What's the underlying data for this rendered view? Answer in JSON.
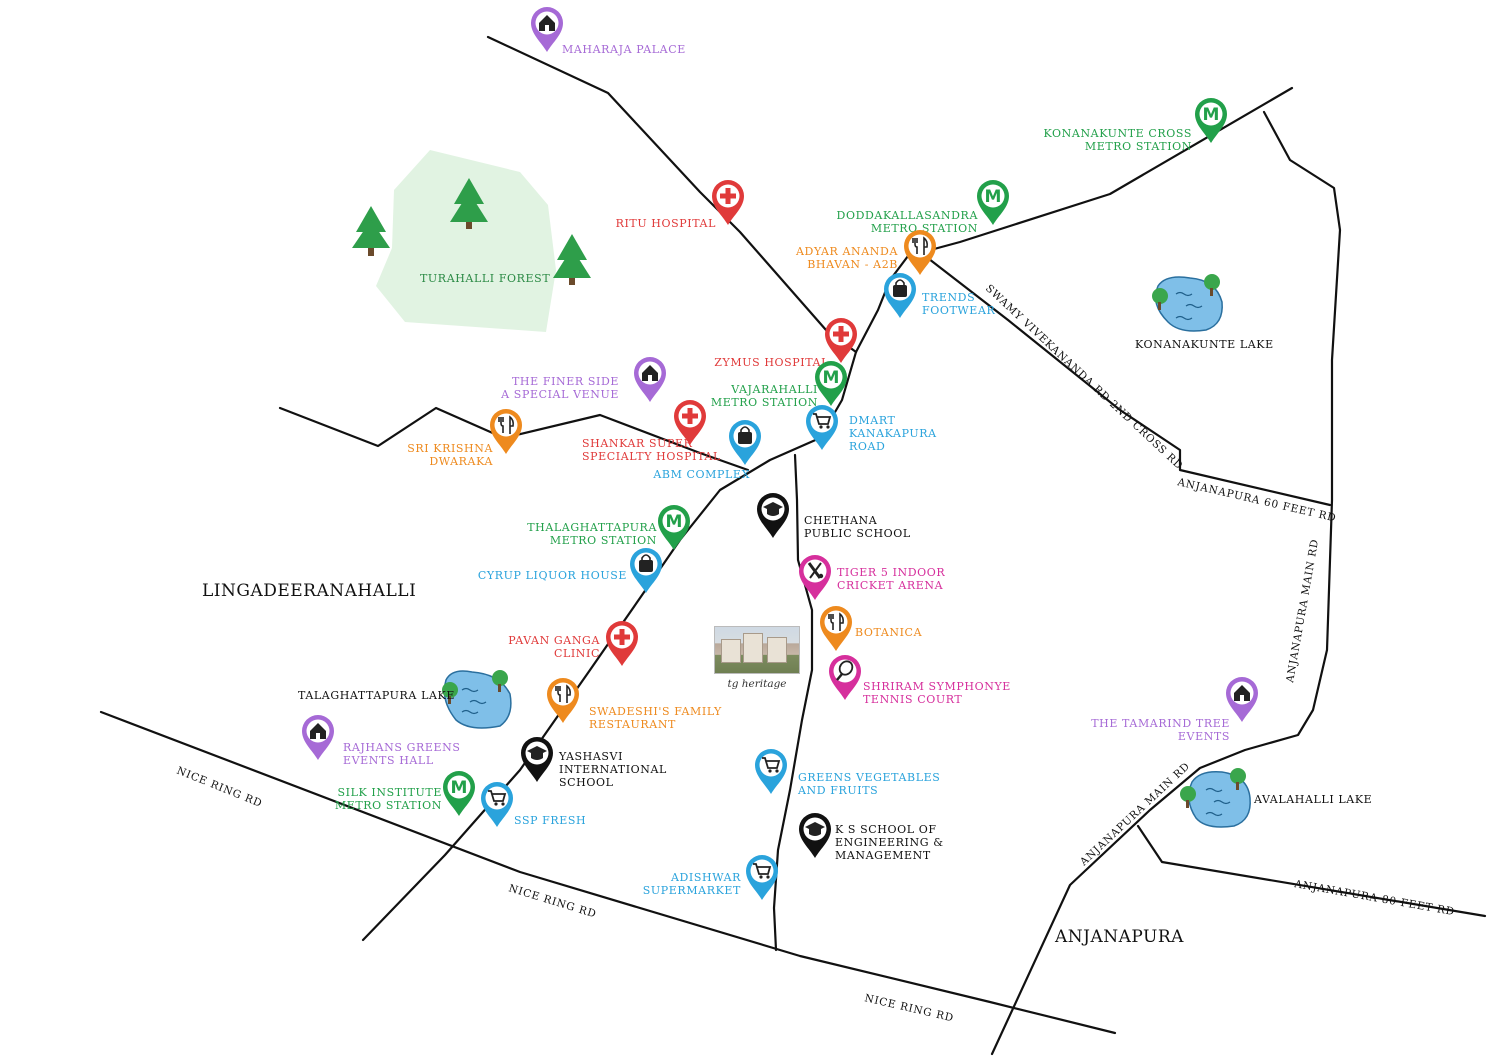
{
  "colors": {
    "metro": "#22a04a",
    "hospital": "#e03a3a",
    "restaurant": "#ee8a1e",
    "shopping": "#2aa3dc",
    "venue": "#a66ad6",
    "school": "#111111",
    "sports": "#d62f9c",
    "forest": "#dff3e0",
    "water": "#7fbfe8"
  },
  "areas": {
    "lingadeeranahalli": "LINGADEERANAHALLI",
    "anjanapura": "ANJANAPURA"
  },
  "forest": {
    "label": "TURAHALLI FOREST"
  },
  "lakes": {
    "talaghattapura": "TALAGHATTAPURA LAKE",
    "konanakunte": "KONANAKUNTE LAKE",
    "avalahalli": "AVALAHALLI LAKE"
  },
  "roads": {
    "nice_ring_1": "NICE RING RD",
    "nice_ring_2": "NICE RING RD",
    "nice_ring_3": "NICE RING RD",
    "swamy_vivekananda": "SWAMY VIVEKANANDA RD 2ND CROSS RD",
    "anjanapura_60": "ANJANAPURA 60 FEET RD",
    "anjanapura_main_1": "ANJANAPURA MAIN RD",
    "anjanapura_main_2": "ANJANAPURA MAIN RD",
    "anjanapura_80": "ANJANAPURA 80 FEET RD"
  },
  "project": {
    "caption": "tg heritage"
  },
  "pois": {
    "maharaja_palace": {
      "type": "venue",
      "icon": "house-icon",
      "lines": [
        "MAHARAJA PALACE"
      ]
    },
    "ritu_hospital": {
      "type": "hospital",
      "icon": "medical-cross-icon",
      "lines": [
        "RITU HOSPITAL"
      ]
    },
    "konanakunte_metro": {
      "type": "metro",
      "icon": "metro-icon",
      "lines": [
        "KONANAKUNTE CROSS",
        "METRO STATION"
      ]
    },
    "doddakallasandra_metro": {
      "type": "metro",
      "icon": "metro-icon",
      "lines": [
        "DODDAKALLASANDRA",
        "METRO STATION"
      ]
    },
    "adyar_ananda": {
      "type": "restaurant",
      "icon": "cutlery-icon",
      "lines": [
        "ADYAR ANANDA",
        "BHAVAN - A2B"
      ]
    },
    "trends_footwear": {
      "type": "shopping",
      "icon": "shopping-bag-icon",
      "lines": [
        "TRENDS",
        "FOOTWEAR"
      ]
    },
    "zymus_hospital": {
      "type": "hospital",
      "icon": "medical-cross-icon",
      "lines": [
        "ZYMUS HOSPITAL"
      ]
    },
    "finer_side": {
      "type": "venue",
      "icon": "house-icon",
      "lines": [
        "THE FINER SIDE",
        "A SPECIAL VENUE"
      ]
    },
    "vajarahalli_metro": {
      "type": "metro",
      "icon": "metro-icon",
      "lines": [
        "VAJARAHALLI",
        "METRO STATION"
      ]
    },
    "dmart": {
      "type": "shopping",
      "icon": "cart-icon",
      "lines": [
        "DMART",
        "KANAKAPURA",
        "ROAD"
      ]
    },
    "sri_krishna": {
      "type": "restaurant",
      "icon": "cutlery-icon",
      "lines": [
        "SRI KRISHNA",
        "DWARAKA"
      ]
    },
    "shankar_hospital": {
      "type": "hospital",
      "icon": "medical-cross-icon",
      "lines": [
        "SHANKAR SUPER",
        "SPECIALTY HOSPITAL"
      ]
    },
    "abm_complex": {
      "type": "shopping",
      "icon": "shopping-bag-icon",
      "lines": [
        "ABM COMPLEX"
      ]
    },
    "chethana_school": {
      "type": "school",
      "icon": "graduation-cap-icon",
      "lines": [
        "CHETHANA",
        "PUBLIC SCHOOL"
      ]
    },
    "thalaghattapura_metro": {
      "type": "metro",
      "icon": "metro-icon",
      "lines": [
        "THALAGHATTAPURA",
        "METRO STATION"
      ]
    },
    "cyrup_liquor": {
      "type": "shopping",
      "icon": "shopping-bag-icon",
      "lines": [
        "CYRUP LIQUOR HOUSE"
      ]
    },
    "tiger5": {
      "type": "sports",
      "icon": "cricket-icon",
      "lines": [
        "TIGER 5 INDOOR",
        "CRICKET ARENA"
      ]
    },
    "botanica": {
      "type": "restaurant",
      "icon": "cutlery-icon",
      "lines": [
        "BOTANICA"
      ]
    },
    "pavan_ganga": {
      "type": "hospital",
      "icon": "medical-cross-icon",
      "lines": [
        "PAVAN GANGA",
        "CLINIC"
      ]
    },
    "shriram_tennis": {
      "type": "sports",
      "icon": "tennis-icon",
      "lines": [
        "SHRIRAM SYMPHONYE",
        "TENNIS COURT"
      ]
    },
    "swadeshis": {
      "type": "restaurant",
      "icon": "cutlery-icon",
      "lines": [
        "SWADESHI'S FAMILY",
        "RESTAURANT"
      ]
    },
    "rajhans": {
      "type": "venue",
      "icon": "house-icon",
      "lines": [
        "RAJHANS GREENS",
        "EVENTS HALL"
      ]
    },
    "yashasvi": {
      "type": "school",
      "icon": "graduation-cap-icon",
      "lines": [
        "YASHASVI",
        "INTERNATIONAL",
        "SCHOOL"
      ]
    },
    "silk_institute": {
      "type": "metro",
      "icon": "metro-icon",
      "lines": [
        "SILK INSTITUTE",
        "METRO STATION"
      ]
    },
    "ssp_fresh": {
      "type": "shopping",
      "icon": "cart-icon",
      "lines": [
        "SSP FRESH"
      ]
    },
    "greens_veg": {
      "type": "shopping",
      "icon": "cart-icon",
      "lines": [
        "GREENS VEGETABLES",
        "AND FRUITS"
      ]
    },
    "ks_school": {
      "type": "school",
      "icon": "graduation-cap-icon",
      "lines": [
        "K S SCHOOL OF",
        "ENGINEERING &",
        "MANAGEMENT"
      ]
    },
    "adishwar": {
      "type": "shopping",
      "icon": "cart-icon",
      "lines": [
        "ADISHWAR",
        "SUPERMARKET"
      ]
    },
    "tamarind_tree": {
      "type": "venue",
      "icon": "house-icon",
      "lines": [
        "THE TAMARIND TREE",
        "EVENTS"
      ]
    }
  }
}
